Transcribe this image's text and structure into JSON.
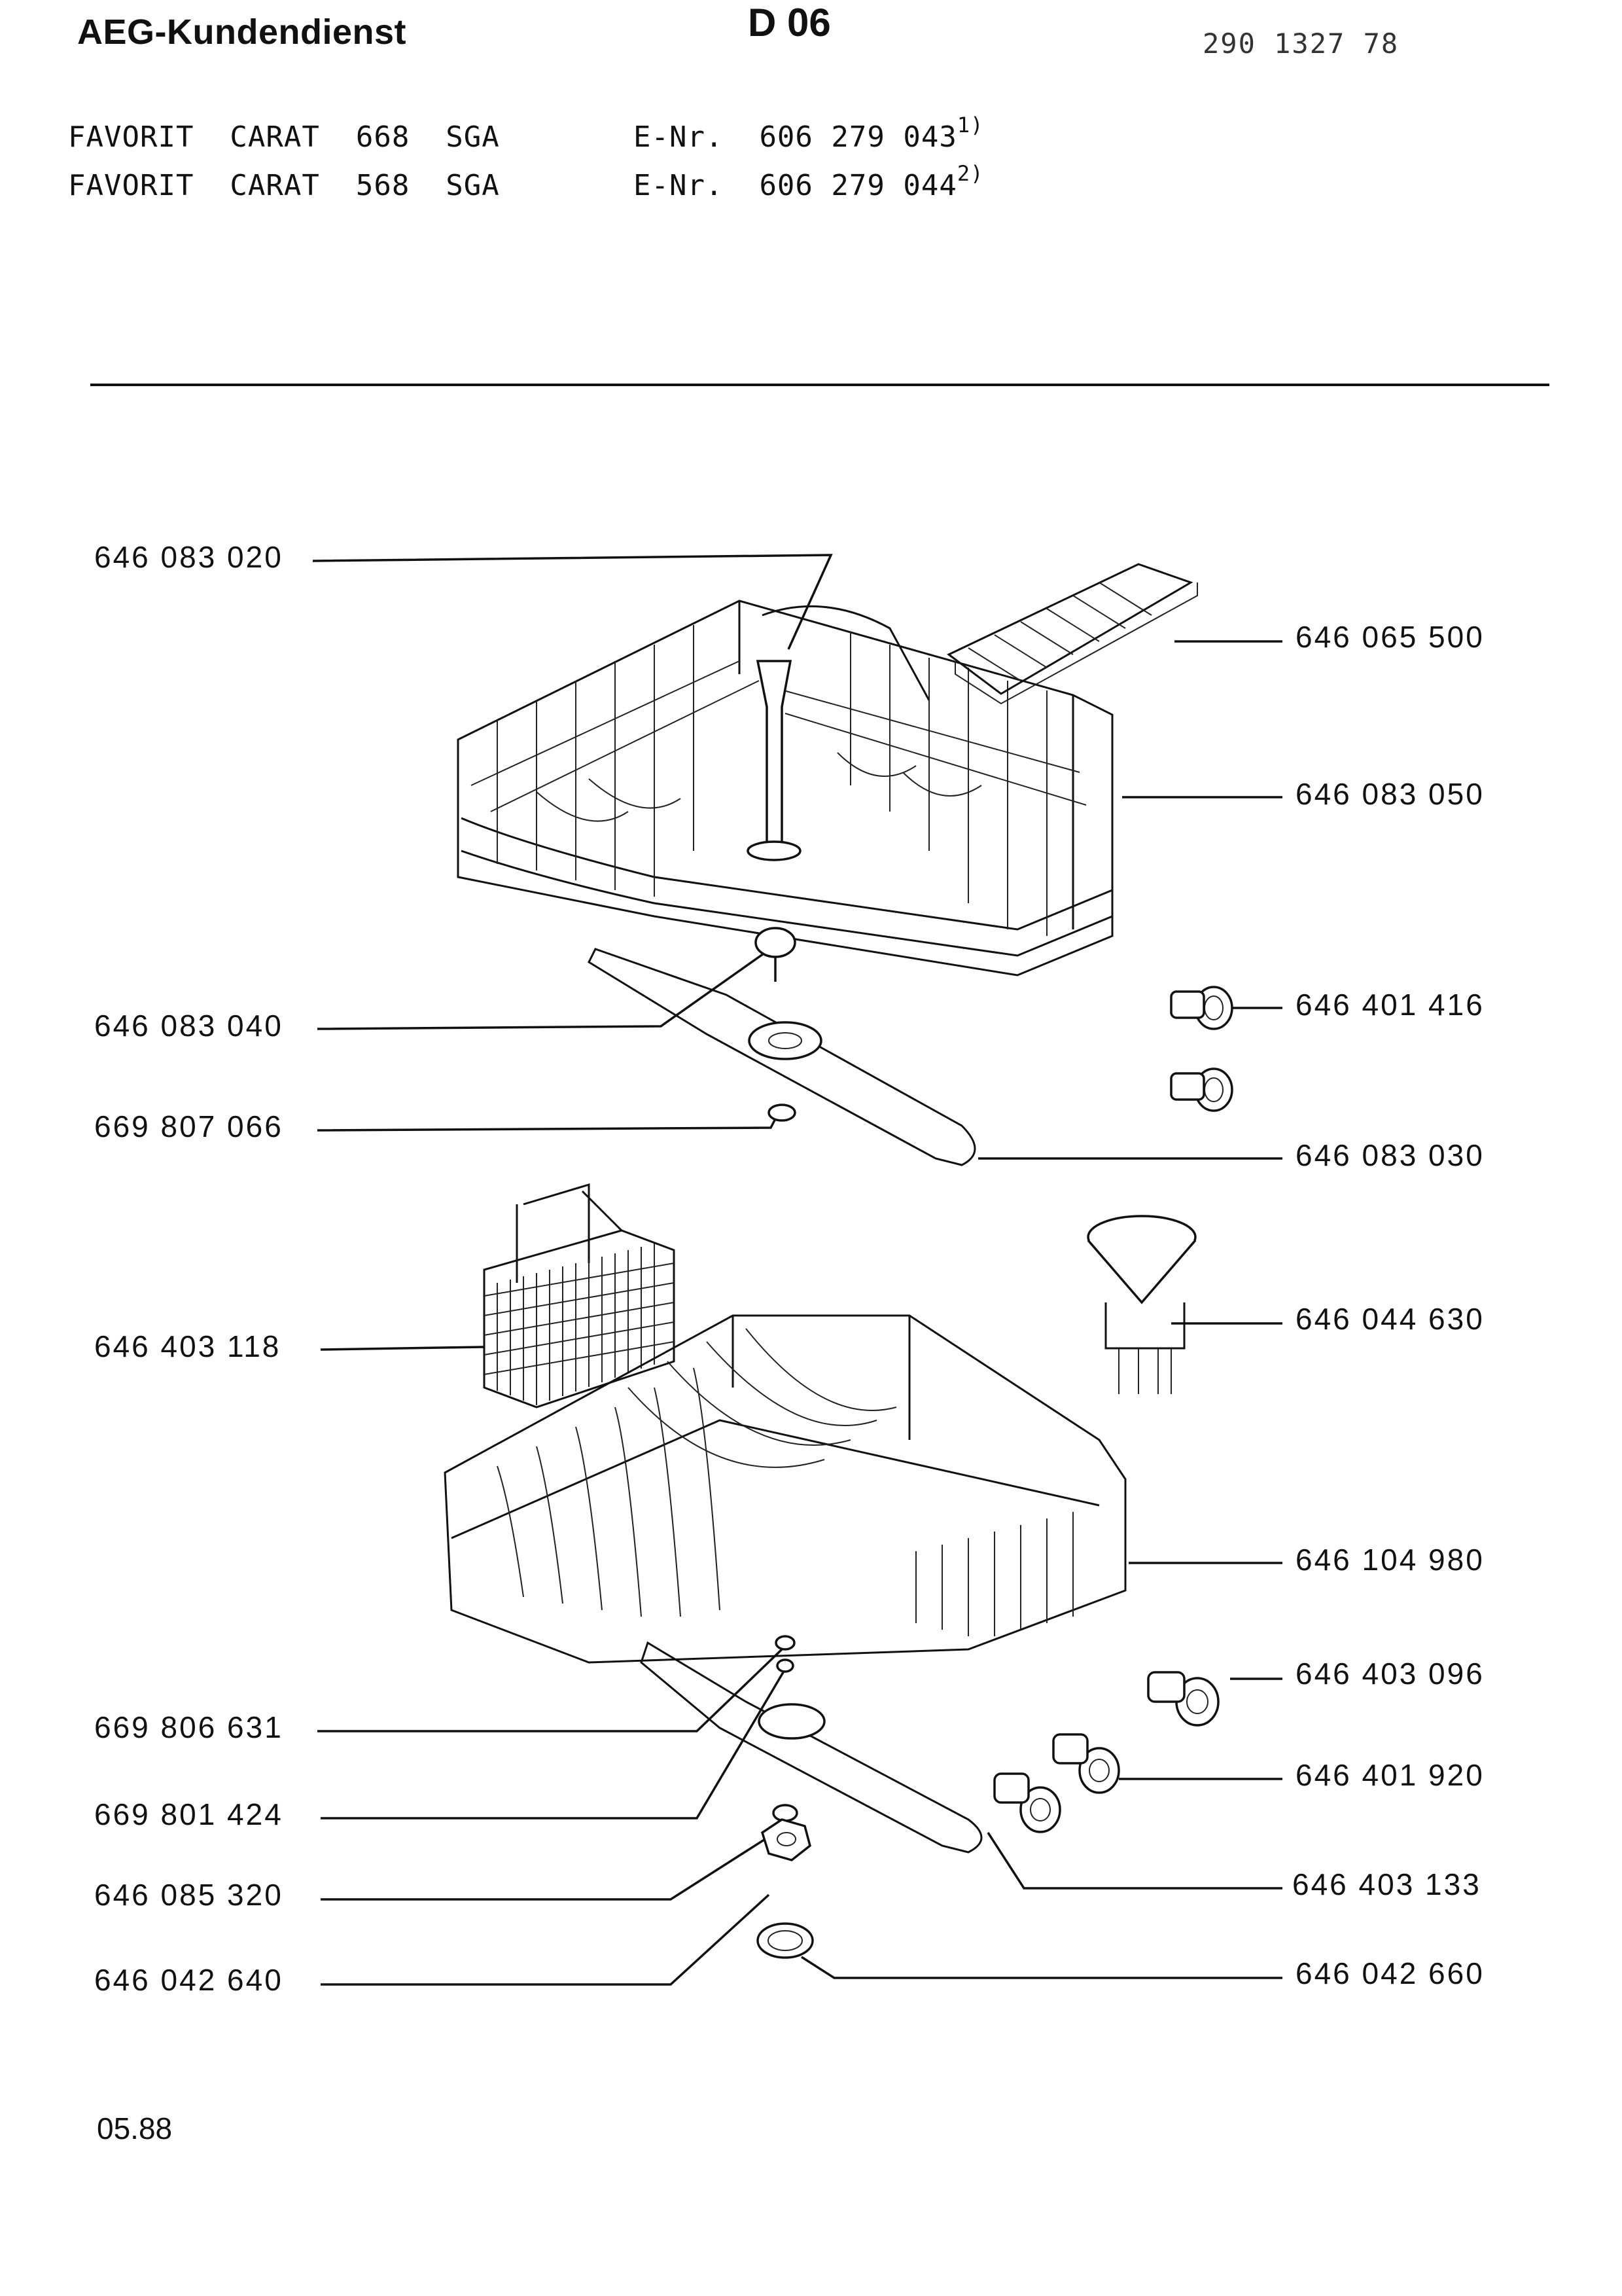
{
  "header": {
    "brand": "AEG-Kundendienst",
    "sheet_code": "D 06",
    "document_number": "290 1327 78"
  },
  "models": [
    {
      "name": "FAVORIT  CARAT  668  SGA",
      "enr_label": "E-Nr.",
      "enr": "606 279 043",
      "footnote": "1)"
    },
    {
      "name": "FAVORIT  CARAT  568  SGA",
      "enr_label": "E-Nr.",
      "enr": "606 279 044",
      "footnote": "2)"
    }
  ],
  "parts_left": [
    {
      "number": "646 083 020",
      "item": "spray-tube"
    },
    {
      "number": "646 083 040",
      "item": "spray-arm-nut"
    },
    {
      "number": "669 807 066",
      "item": "washer"
    },
    {
      "number": "646 403 118",
      "item": "cutlery-basket"
    },
    {
      "number": "669 806 631",
      "item": "lower-washer"
    },
    {
      "number": "669 801 424",
      "item": "lower-seal"
    },
    {
      "number": "646 085 320",
      "item": "hex-nut"
    },
    {
      "number": "646 042 640",
      "item": "ring"
    }
  ],
  "parts_right": [
    {
      "number": "646 065 500",
      "item": "cup-rack"
    },
    {
      "number": "646 083 050",
      "item": "upper-basket"
    },
    {
      "number": "646 401 416",
      "item": "upper-wheel"
    },
    {
      "number": "646 083 030",
      "item": "upper-spray-arm"
    },
    {
      "number": "646 044 630",
      "item": "funnel"
    },
    {
      "number": "646 104 980",
      "item": "lower-basket"
    },
    {
      "number": "646 403 096",
      "item": "lower-wheel-a"
    },
    {
      "number": "646 401 920",
      "item": "lower-wheel-b"
    },
    {
      "number": "646 403 133",
      "item": "lower-spray-arm"
    },
    {
      "number": "646 042 660",
      "item": "snap-ring"
    }
  ],
  "footer": {
    "date": "05.88"
  }
}
